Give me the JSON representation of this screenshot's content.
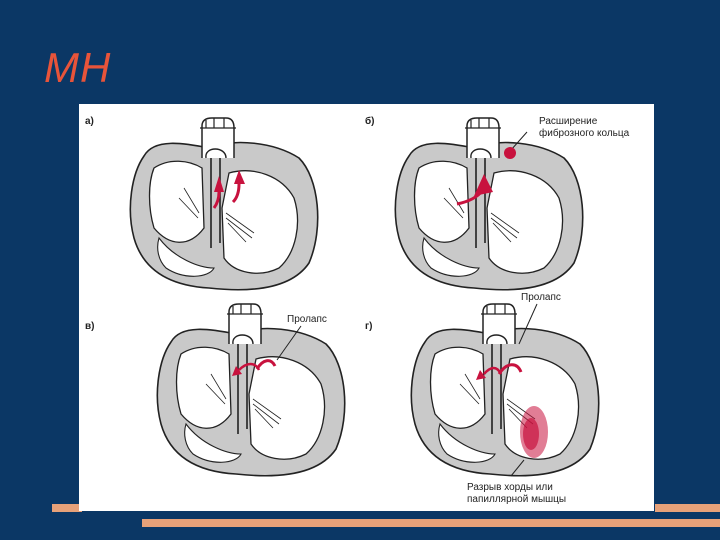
{
  "slide": {
    "title": "МН"
  },
  "colors": {
    "background": "#0b3765",
    "title": "#e8543a",
    "accent_bar": "#e7a179",
    "highlight": "#c8123e"
  },
  "panels": [
    {
      "id": "a",
      "label": "а)"
    },
    {
      "id": "b",
      "label": "б)",
      "annotation_line1": "Расширение",
      "annotation_line2": "фиброзного кольца"
    },
    {
      "id": "v",
      "label": "в)",
      "annotation": "Пролапс"
    },
    {
      "id": "g",
      "label": "г)",
      "annotation": "Пролапс",
      "bottom_line1": "Разрыв хорды или",
      "bottom_line2": "папиллярной мышцы"
    }
  ]
}
